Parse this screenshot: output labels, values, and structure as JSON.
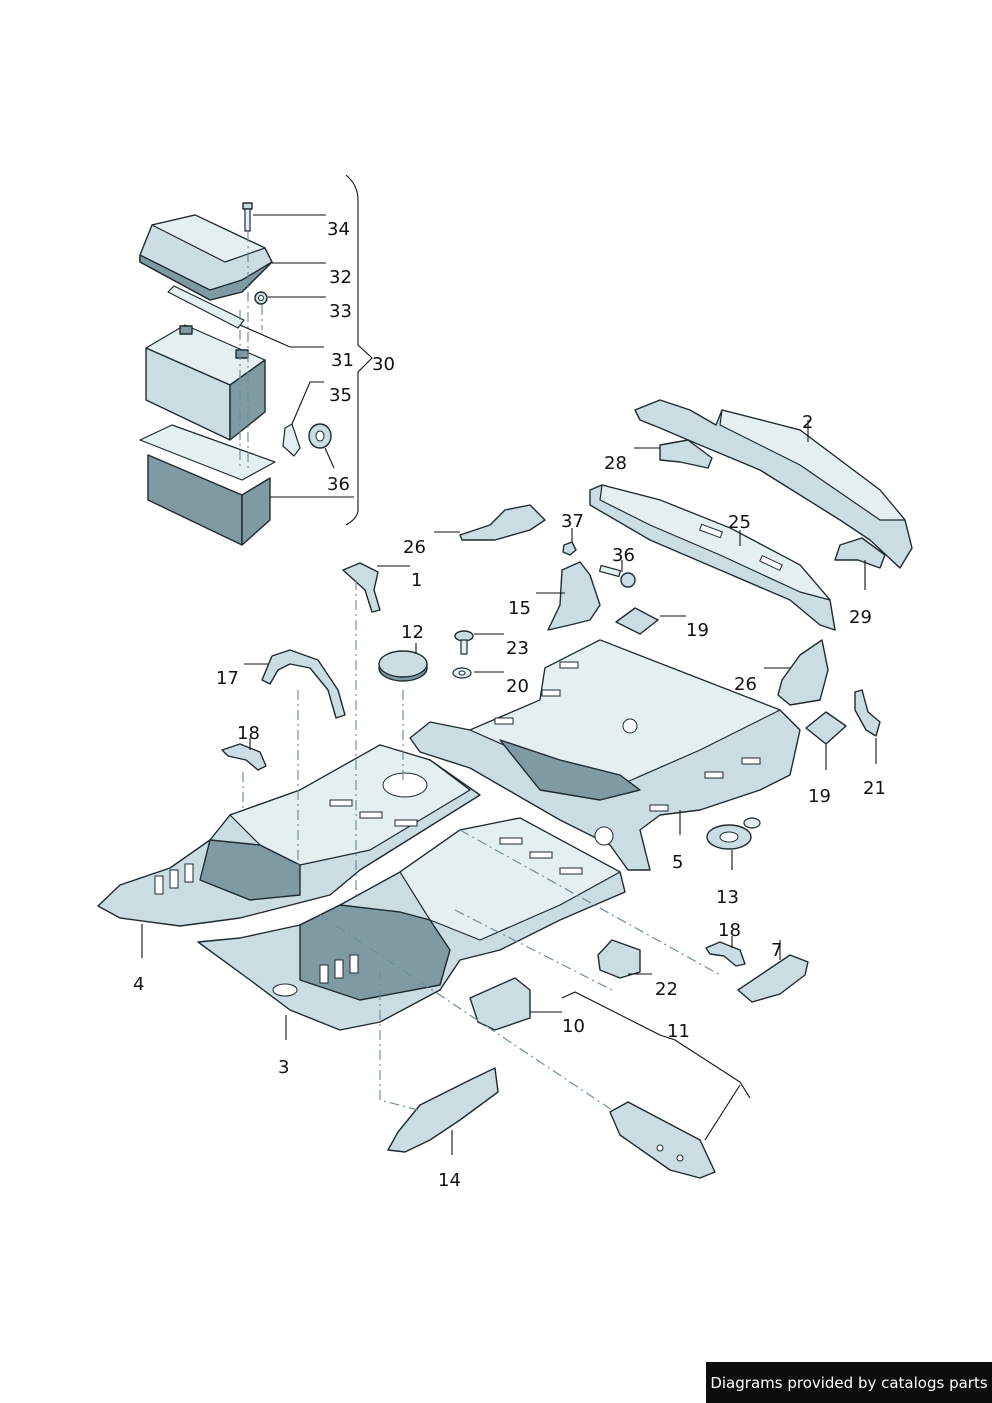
{
  "callouts": {
    "c1": "1",
    "c2": "2",
    "c3": "3",
    "c4": "4",
    "c5": "5",
    "c7": "7",
    "c10": "10",
    "c11": "11",
    "c12": "12",
    "c13": "13",
    "c14": "14",
    "c15": "15",
    "c17": "17",
    "c18a": "18",
    "c18b": "18",
    "c19a": "19",
    "c19b": "19",
    "c20": "20",
    "c21": "21",
    "c22": "22",
    "c23": "23",
    "c25": "25",
    "c26a": "26",
    "c26b": "26",
    "c28": "28",
    "c29": "29",
    "c30": "30",
    "c31": "31",
    "c32": "32",
    "c33": "33",
    "c34": "34",
    "c35": "35",
    "c36a": "36",
    "c36b": "36",
    "c37": "37"
  },
  "footer": {
    "credit": "Diagrams provided by catalogs parts"
  }
}
